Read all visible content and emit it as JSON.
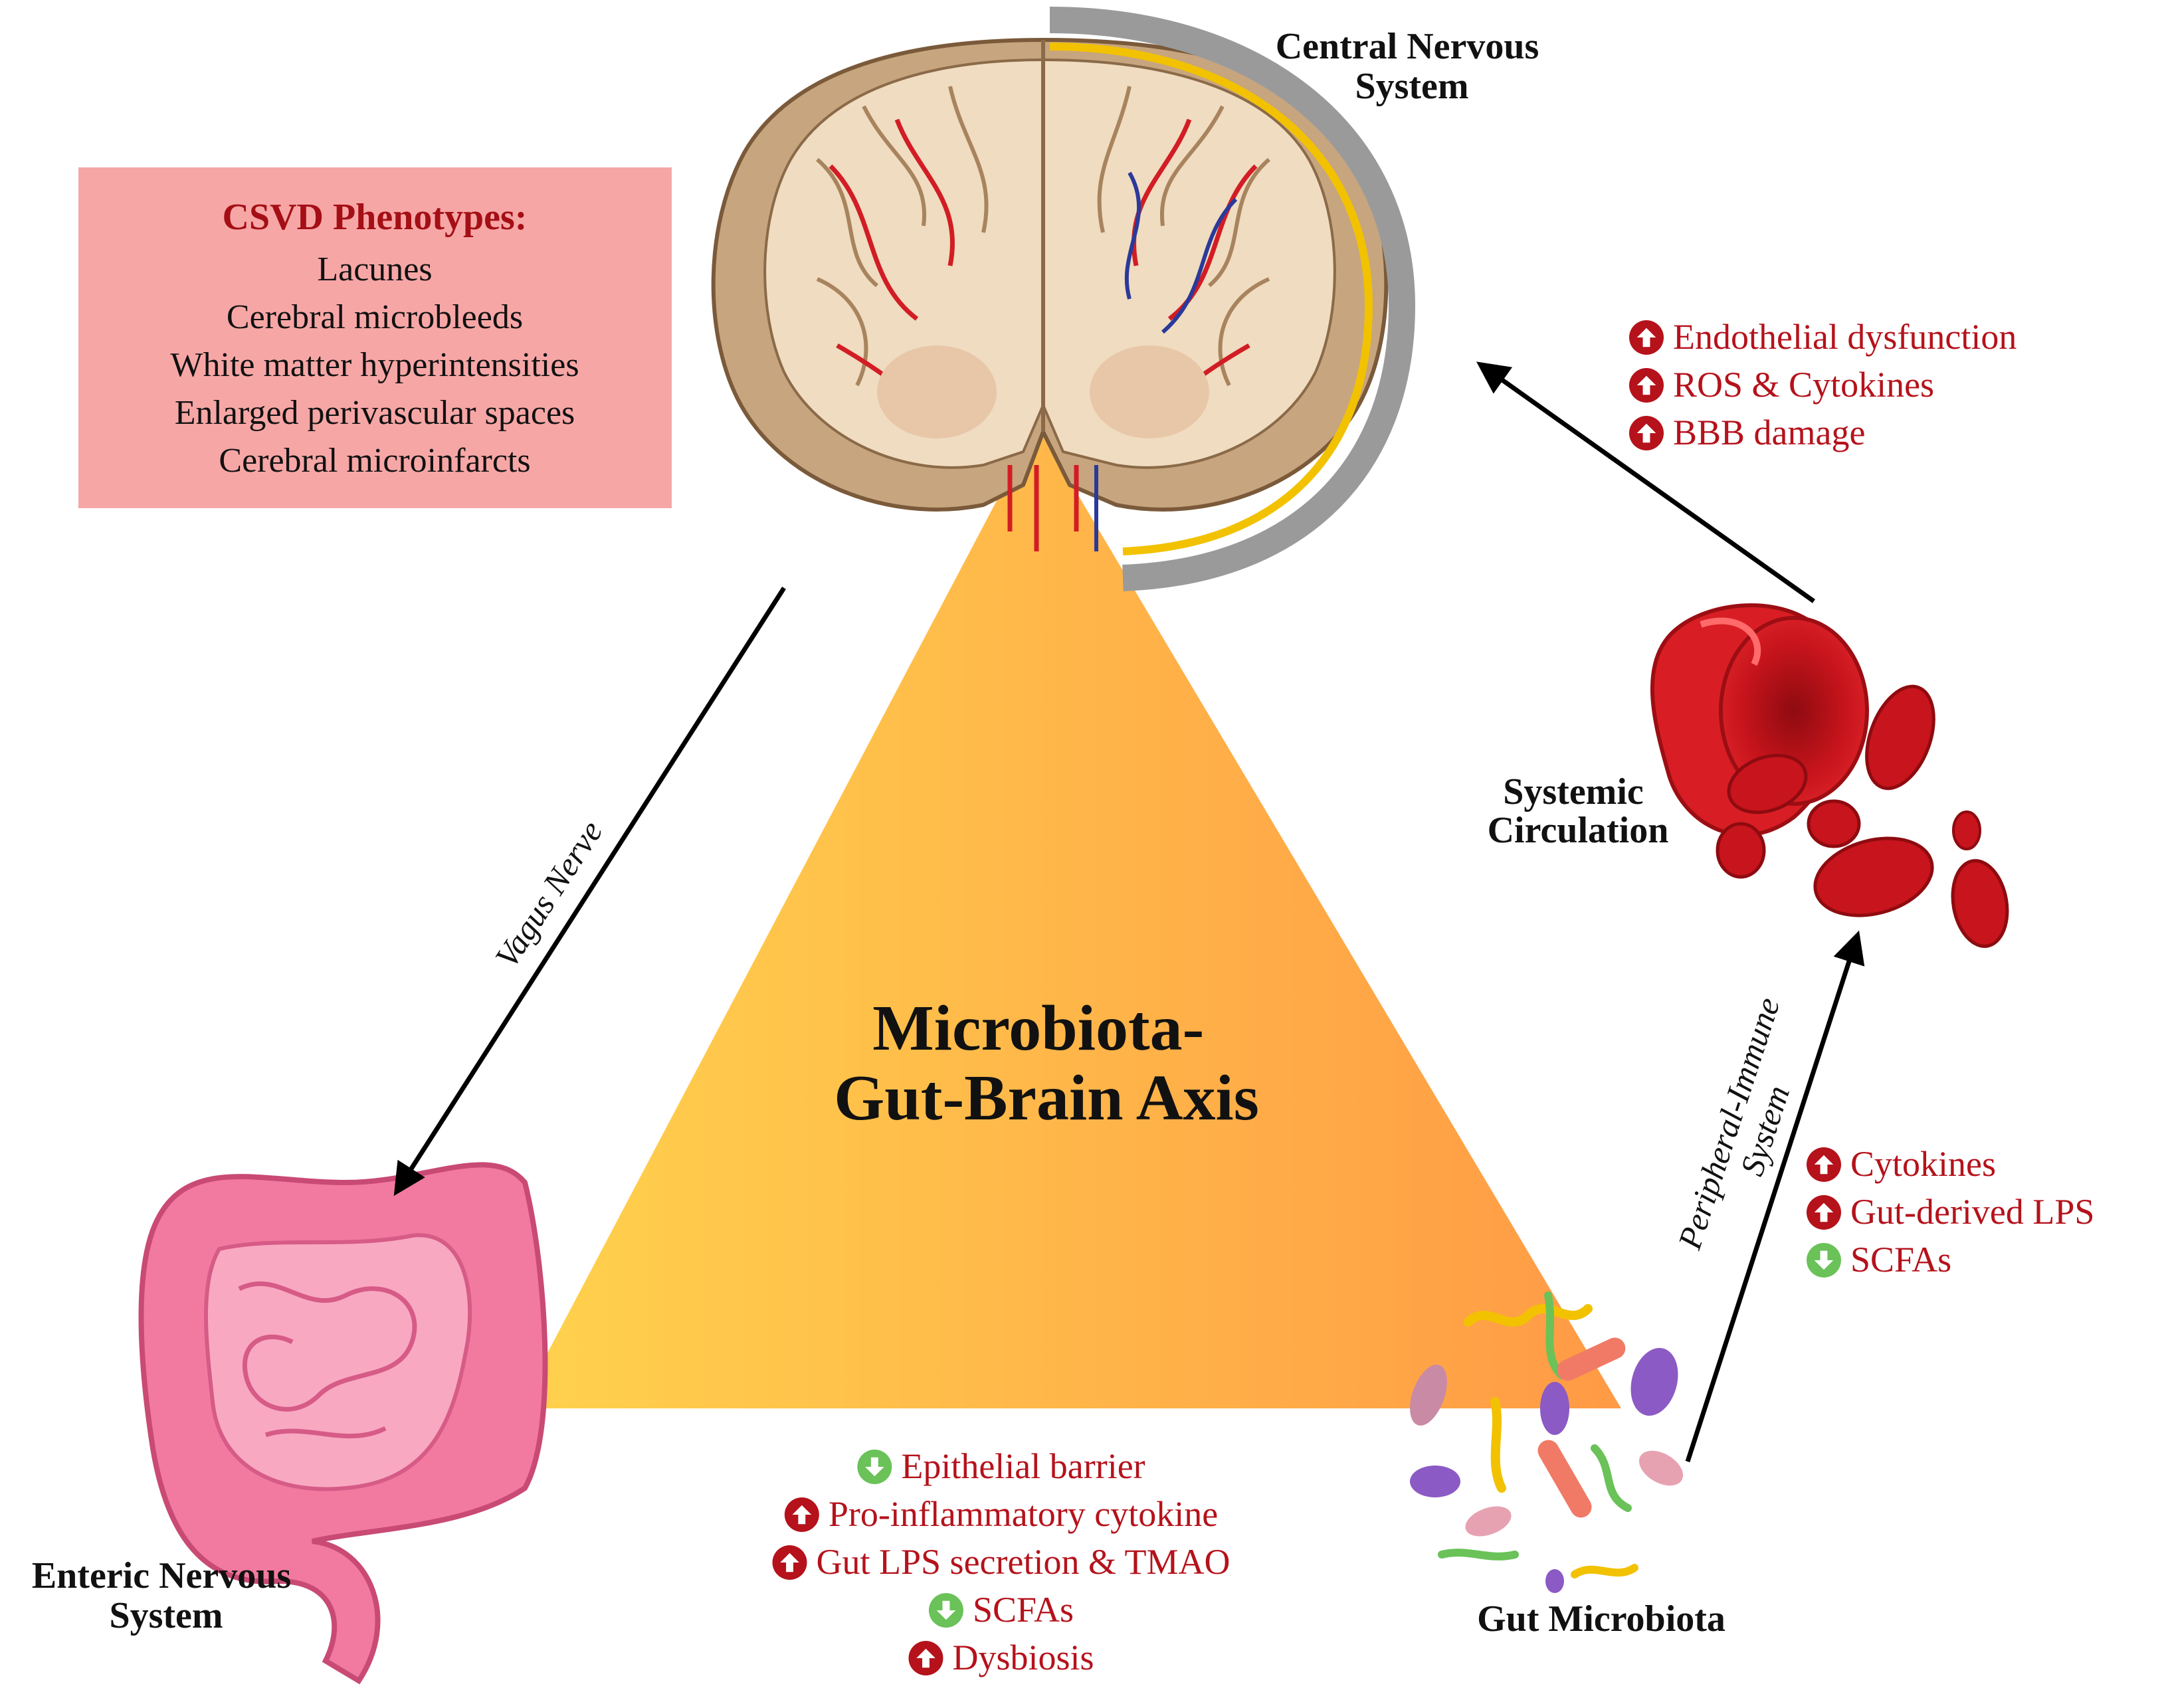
{
  "title": [
    "Microbiota-",
    "Gut-Brain Axis"
  ],
  "nodes": {
    "cns": {
      "label": [
        "Central Nervous",
        "System"
      ]
    },
    "ens": {
      "label": [
        "Enteric Nervous",
        "System"
      ]
    },
    "gut_microbiota": {
      "label": "Gut Microbiota"
    },
    "systemic_circulation": {
      "label": [
        "Systemic",
        "Circulation"
      ]
    }
  },
  "pathways": {
    "vagus": "Vagus Nerve",
    "peripheral_immune": [
      "Peripheral-Immune",
      "System"
    ]
  },
  "csvd": {
    "title": "CSVD Phenotypes:",
    "items": [
      "Lacunes",
      "Cerebral microbleeds",
      "White matter hyperintensities",
      "Enlarged perivascular spaces",
      "Cerebral microinfarcts"
    ]
  },
  "effects_circulation": [
    {
      "dir": "up",
      "text": "Endothelial dysfunction"
    },
    {
      "dir": "up",
      "text": "ROS & Cytokines"
    },
    {
      "dir": "up",
      "text": "BBB damage"
    }
  ],
  "effects_immune": [
    {
      "dir": "up",
      "text": "Cytokines"
    },
    {
      "dir": "up",
      "text": "Gut-derived LPS"
    },
    {
      "dir": "down",
      "text": "SCFAs"
    }
  ],
  "effects_gut": [
    {
      "dir": "down",
      "text": "Epithelial barrier"
    },
    {
      "dir": "up",
      "text": "Pro-inflammatory cytokine"
    },
    {
      "dir": "up",
      "text": "Gut LPS secretion & TMAO"
    },
    {
      "dir": "down",
      "text": "SCFAs"
    },
    {
      "dir": "up",
      "text": "Dysbiosis"
    }
  ],
  "colors": {
    "up": "#b5121b",
    "down": "#6ac259",
    "effect_text": "#b5121b",
    "triangle_left": "#ffd24d",
    "triangle_right": "#ff9a45",
    "csvd_box": "#f7a6a6",
    "csvd_title": "#a40f15"
  }
}
